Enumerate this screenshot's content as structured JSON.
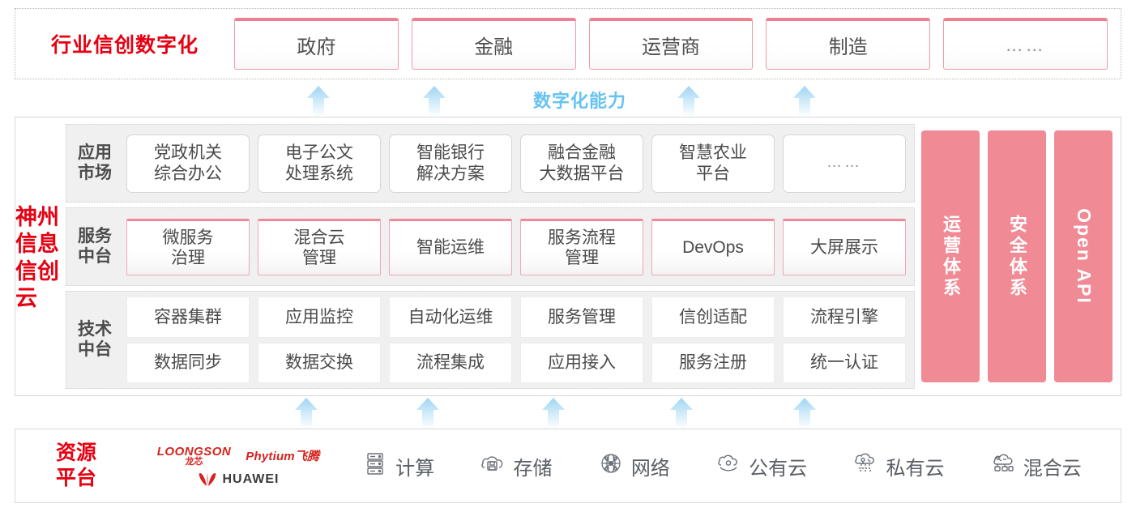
{
  "industry": {
    "title": "行业信创数字化",
    "cards": [
      {
        "label": "政府"
      },
      {
        "label": "金融"
      },
      {
        "label": "运营商"
      },
      {
        "label": "制造"
      },
      {
        "label": "……"
      }
    ]
  },
  "capability": {
    "label": "数字化能力",
    "arrow_count_upper": 4,
    "arrow_count_lower": 5
  },
  "cloud": {
    "title": "神州信息信创云",
    "rows": [
      {
        "label": "应用\n市场",
        "label_line1": "应用",
        "label_line2": "市场",
        "style": "app",
        "cards": [
          {
            "line1": "党政机关",
            "line2": "综合办公"
          },
          {
            "line1": "电子公文",
            "line2": "处理系统"
          },
          {
            "line1": "智能银行",
            "line2": "解决方案"
          },
          {
            "line1": "融合金融",
            "line2": "大数据平台"
          },
          {
            "line1": "智慧农业",
            "line2": "平台"
          },
          {
            "line1": "……",
            "line2": ""
          }
        ]
      },
      {
        "label_line1": "服务",
        "label_line2": "中台",
        "style": "svc",
        "cards": [
          {
            "line1": "微服务",
            "line2": "治理"
          },
          {
            "line1": "混合云",
            "line2": "管理"
          },
          {
            "line1": "智能运维",
            "line2": ""
          },
          {
            "line1": "服务流程",
            "line2": "管理"
          },
          {
            "line1": "DevOps",
            "line2": ""
          },
          {
            "line1": "大屏展示",
            "line2": ""
          }
        ]
      },
      {
        "label_line1": "技术",
        "label_line2": "中台",
        "style": "tech",
        "line_a": [
          "容器集群",
          "应用监控",
          "自动化运维",
          "服务管理",
          "信创适配",
          "流程引擎"
        ],
        "line_b": [
          "数据同步",
          "数据交换",
          "流程集成",
          "应用接入",
          "服务注册",
          "统一认证"
        ]
      }
    ],
    "pillars": [
      {
        "label": "运营体系",
        "kind": "cn"
      },
      {
        "label": "安全体系",
        "kind": "cn"
      },
      {
        "label": "Open API",
        "kind": "en"
      }
    ]
  },
  "resource": {
    "title_line1": "资源",
    "title_line2": "平台",
    "vendors": [
      {
        "name_en": "LOONGSON",
        "name_cn": "龙芯"
      },
      {
        "name": "Phytium飞腾"
      },
      {
        "name": "HUAWEI"
      }
    ],
    "items": [
      {
        "label": "计算",
        "icon": "server-icon"
      },
      {
        "label": "存储",
        "icon": "storage-cloud-icon"
      },
      {
        "label": "网络",
        "icon": "network-icon"
      },
      {
        "label": "公有云",
        "icon": "public-cloud-icon"
      },
      {
        "label": "私有云",
        "icon": "private-cloud-icon"
      },
      {
        "label": "混合云",
        "icon": "hybrid-cloud-icon"
      }
    ]
  },
  "colors": {
    "brand_red": "#e60012",
    "pink": "#f08b95",
    "card_border_pink": "#f0a8b3",
    "arrow_blue": "#a9dcf5",
    "capability_blue": "#66c2f0"
  }
}
